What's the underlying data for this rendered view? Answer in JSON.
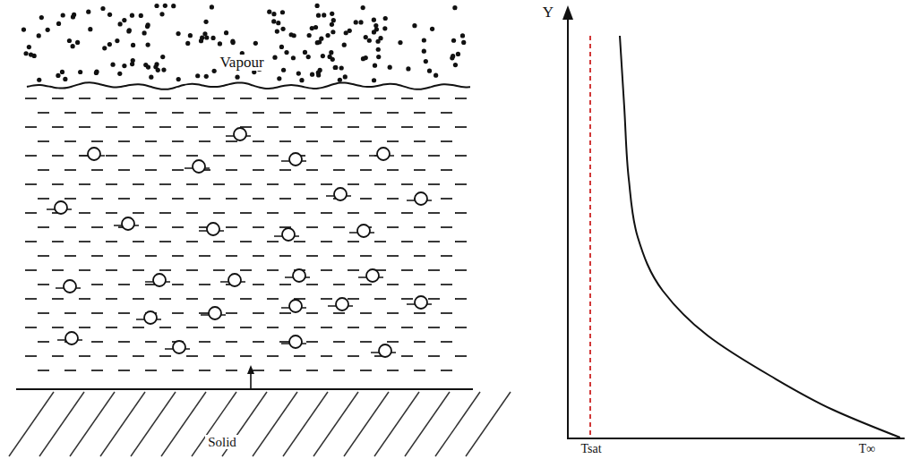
{
  "diagram": {
    "labels": [
      "Vapour",
      "Solid",
      "Y",
      "Tsat",
      "T∞"
    ]
  }
}
